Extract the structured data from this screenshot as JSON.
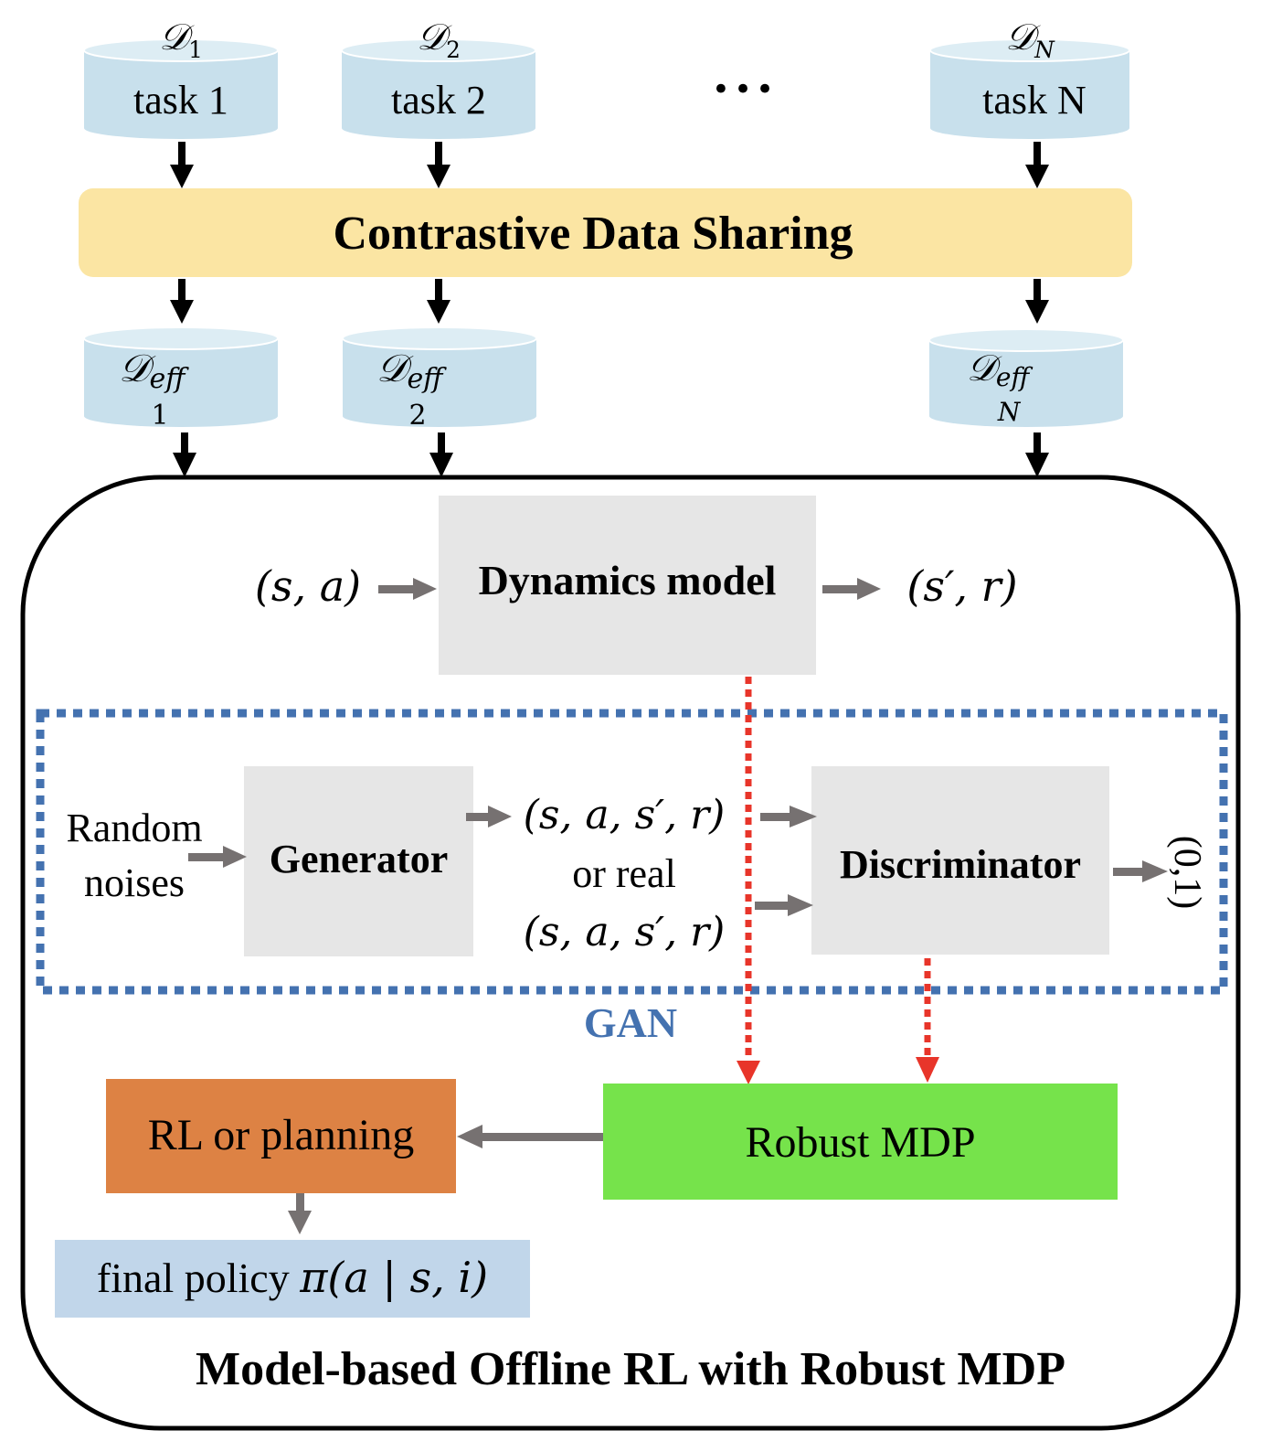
{
  "colors": {
    "cylinder_fill": "#c8e0ec",
    "cylinder_top": "#ddedf4",
    "sharing_bar": "#fbe5a3",
    "dynamics_box": "#e6e6e6",
    "gan_border": "#4472b0",
    "gan_label": "#4472b0",
    "red_arrow": "#e8352a",
    "gray_arrow": "#767171",
    "robust_mdp": "#76e34b",
    "rl_box": "#dd8244",
    "policy_box": "#c1d6ea"
  },
  "datasets": [
    {
      "symbol": "𝒟",
      "sub": "1",
      "task": "task 1",
      "eff_sub": "1"
    },
    {
      "symbol": "𝒟",
      "sub": "2",
      "task": "task 2",
      "eff_sub": "2"
    },
    {
      "symbol": "𝒟",
      "sub": "N",
      "task": "task N",
      "eff_sub": "N"
    }
  ],
  "ellipsis": "•••",
  "eff_sup": "eff",
  "sharing_label": "Contrastive Data Sharing",
  "dynamics": {
    "input": "(s, a)",
    "label": "Dynamics model",
    "output": "(s′, r)"
  },
  "gan": {
    "label": "GAN",
    "noise_line1": "Random",
    "noise_line2": "noises",
    "generator": "Generator",
    "sample_fake": "(s, a, s′, r)",
    "sample_or": "or real",
    "sample_real": "(s, a, s′, r)",
    "discriminator": "Discriminator",
    "output": "(0,1)"
  },
  "robust_mdp": "Robust MDP",
  "rl_planning": "RL or planning",
  "final_policy_text": "final policy ",
  "final_policy_math": "π(a | s, i)",
  "container_title": "Model-based Offline RL with Robust MDP"
}
